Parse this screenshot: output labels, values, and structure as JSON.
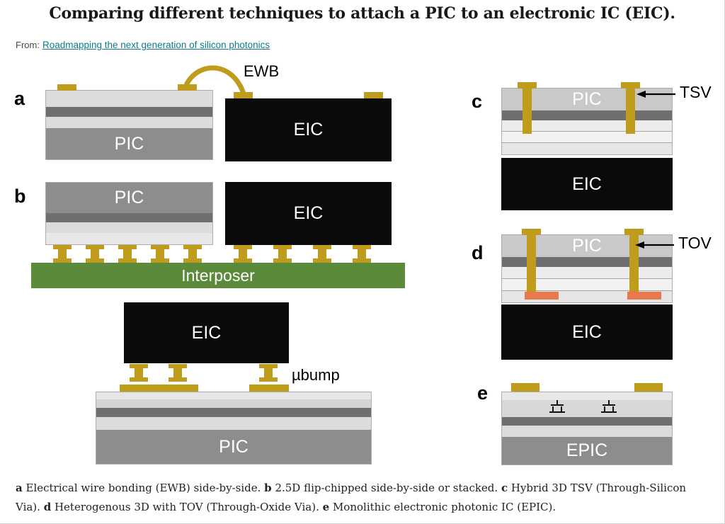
{
  "header": {
    "title": "Comparing different techniques to attach a PIC to an electronic IC (EIC).",
    "from_prefix": "From:",
    "source_link": "Roadmapping the next generation of silicon photonics"
  },
  "panel_letters": {
    "a": "a",
    "b": "b",
    "c": "c",
    "d": "d",
    "e": "e"
  },
  "labels": {
    "pic": "PIC",
    "eic": "EIC",
    "epic": "EPIC",
    "ewb": "EWB",
    "interposer": "Interposer",
    "ubump": "µbump",
    "tsv": "TSV",
    "tov": "TOV"
  },
  "caption": {
    "parts": [
      {
        "label": "a",
        "text": " Electrical wire bonding (EWB) side-by-side. "
      },
      {
        "label": "b",
        "text": " 2.5D flip-chipped side-by-side or stacked. "
      },
      {
        "label": "c",
        "text": " Hybrid 3D TSV (Through-Silicon Via). "
      },
      {
        "label": "d",
        "text": " Heterogenous 3D with TOV (Through-Oxide Via). "
      },
      {
        "label": "e",
        "text": " Monolithic electronic photonic IC (EPIC)."
      }
    ]
  },
  "colors": {
    "gold": "#c09c1d",
    "chip_gray": "#8d8d8d",
    "layer_light": "#dcdcdc",
    "stripe_dark": "#6f6f6f",
    "eic_black": "#0a0a0a",
    "interposer_green": "#5c8a3b",
    "tov_pad_orange": "#e8794d",
    "link_color": "#0e7b8a"
  }
}
